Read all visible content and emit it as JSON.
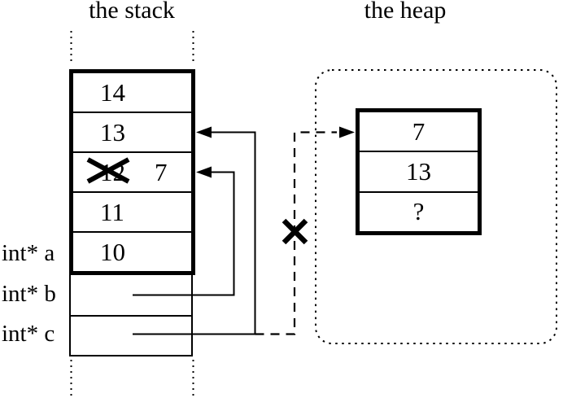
{
  "diagram": {
    "stack_title": "the stack",
    "heap_title": "the heap"
  },
  "stack": {
    "cells": [
      {
        "value": "14"
      },
      {
        "value": "13"
      },
      {
        "value": "12",
        "crossed_out": true,
        "replacement": "7"
      },
      {
        "value": "11"
      },
      {
        "value": "10"
      }
    ],
    "pointer_labels": [
      {
        "label": "int* a"
      },
      {
        "label": "int* b"
      },
      {
        "label": "int* c"
      }
    ]
  },
  "heap": {
    "cells": [
      {
        "value": "7"
      },
      {
        "value": "13"
      },
      {
        "value": "?"
      }
    ]
  },
  "icons": {
    "crossed_out_value": "x-mark-icon",
    "severed_pointer": "x-mark-icon",
    "pointer_arrowhead": "arrowhead-icon"
  },
  "colors": {
    "line": "#000000",
    "background": "#ffffff"
  }
}
